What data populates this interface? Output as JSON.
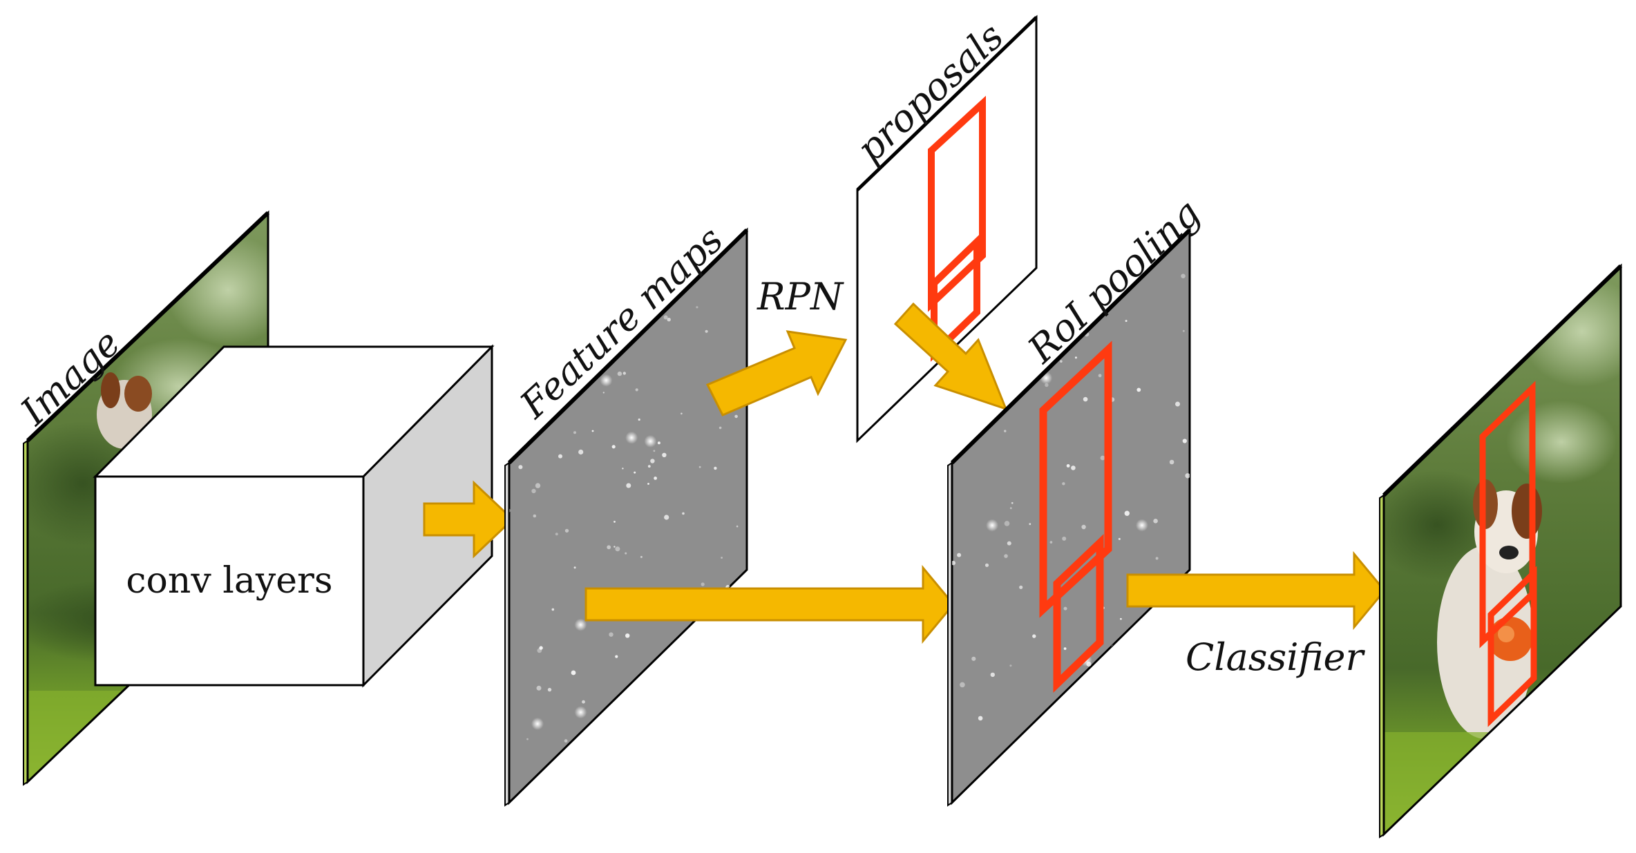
{
  "labels": {
    "image": "Image",
    "conv_layers": "conv layers",
    "feature_maps": "Feature maps",
    "rpn": "RPN",
    "proposals": "proposals",
    "roi_pooling": "RoI pooling",
    "classifier": "Classifier"
  },
  "colors": {
    "arrow_fill": "#f5b800",
    "arrow_stroke": "#c98f00",
    "proposal_box": "#ff3a10",
    "feature_map": "#8e8e8e",
    "cube_side": "#d3d3d3",
    "grass": "#5e8a20",
    "foliage": "#6f8f4a"
  },
  "icons": {
    "dog": "dog-photo",
    "ball": "orange-ball"
  }
}
